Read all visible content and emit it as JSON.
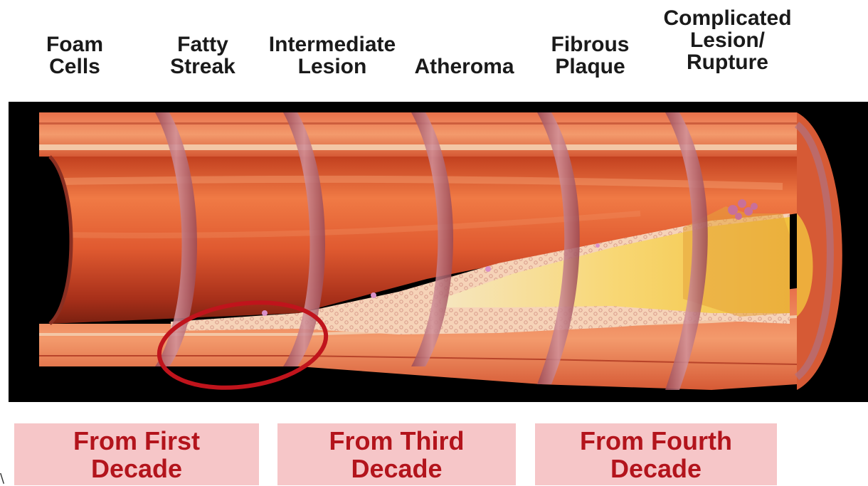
{
  "stages": [
    {
      "label": "Foam\nCells"
    },
    {
      "label": "Fatty\nStreak"
    },
    {
      "label": "Intermediate\nLesion"
    },
    {
      "label": "Atheroma"
    },
    {
      "label": "Fibrous\nPlaque"
    },
    {
      "label": "Complicated\nLesion/\nRupture"
    }
  ],
  "decades": [
    {
      "label": "From First\nDecade"
    },
    {
      "label": "From Third\nDecade"
    },
    {
      "label": "From Fourth\nDecade"
    }
  ],
  "colors": {
    "decade_text": "#b3141c",
    "decade_box": "#f6c6c8",
    "highlight_ellipse": "#c0141c",
    "background_panel": "#000000"
  }
}
